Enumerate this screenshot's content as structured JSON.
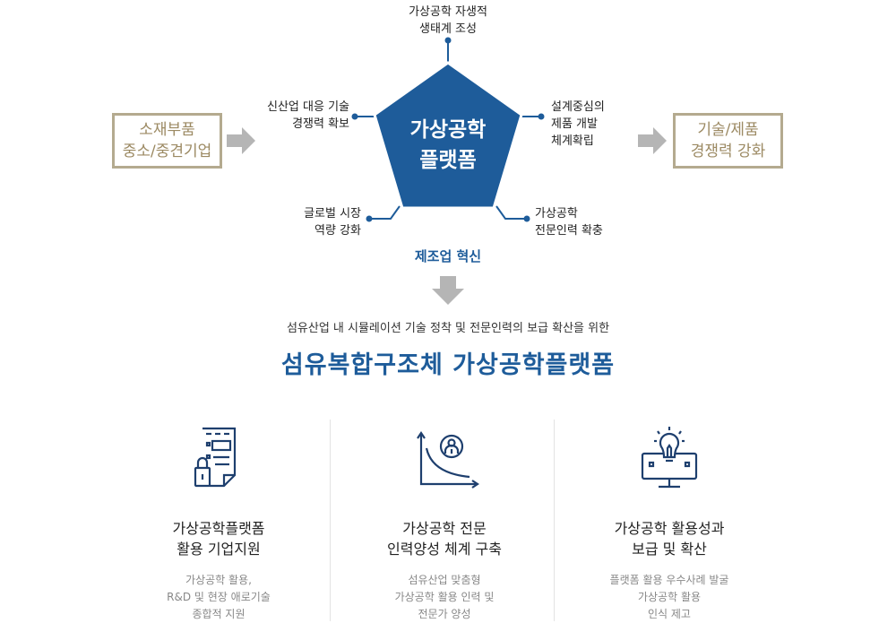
{
  "left_box": {
    "line1": "소재부품",
    "line2": "중소/중견기업"
  },
  "right_box": {
    "line1": "기술/제품",
    "line2": "경쟁력 강화"
  },
  "center": {
    "line1": "가상공학",
    "line2": "플랫폼"
  },
  "nodes": {
    "top": {
      "line1": "가상공학 자생적",
      "line2": "생태계 조성"
    },
    "upper_left": {
      "line1": "신산업 대응 기술",
      "line2": "경쟁력 확보"
    },
    "upper_right": {
      "line1": "설계중심의",
      "line2": "제품 개발",
      "line3": "체계확립"
    },
    "lower_left": {
      "line1": "글로벌 시장",
      "line2": "역량 강화"
    },
    "lower_right": {
      "line1": "가상공학",
      "line2": "전문인력 확충"
    }
  },
  "innovation_label": "제조업 혁신",
  "subtitle": "섬유산업 내 시뮬레이션 기술 정착 및 전문인력의 보급 확산을 위한",
  "title": "섬유복합구조체 가상공학플랫폼",
  "columns": [
    {
      "icon": "document-lock-icon",
      "title1": "가상공학플랫폼",
      "title2": "활용 기업지원",
      "desc1": "가상공학 활용,",
      "desc2": "R&D 및 현장 애로기술",
      "desc3": "종합적 지원"
    },
    {
      "icon": "growth-chart-person-icon",
      "title1": "가상공학 전문",
      "title2": "인력양성 체계 구축",
      "desc1": "섬유산업 맞춤형",
      "desc2": "가상공학 활용 인력 및",
      "desc3": "전문가 양성"
    },
    {
      "icon": "lightbulb-monitor-icon",
      "title1": "가상공학 활용성과",
      "title2": "보급 및 확산",
      "desc1": "플랫폼 활용 우수사례 발굴",
      "desc2": "가상공학 활용",
      "desc3": "인식 제고"
    }
  ],
  "colors": {
    "primary": "#1e5c9a",
    "box_border": "#b4aa8f",
    "box_text": "#9c8a63",
    "arrow": "#b5b5b5",
    "icon": "#1e3f6e"
  }
}
